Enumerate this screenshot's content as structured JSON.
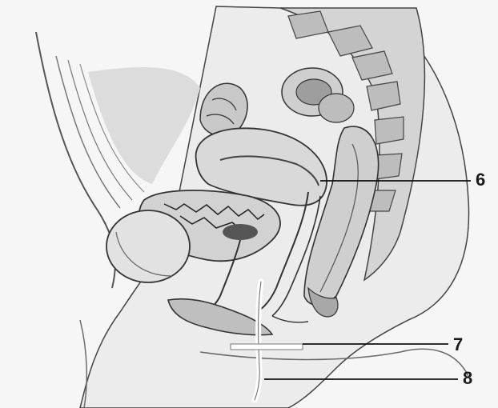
{
  "labels": {
    "six": "6",
    "seven": "7",
    "eight": "8"
  },
  "colors": {
    "background": "#f7f7f7",
    "tissue_light": "#e6e6e6",
    "tissue_mid": "#c9c9c9",
    "tissue_dark": "#8a8a8a",
    "outline": "#3c3c3c",
    "leader_line": "#111111"
  }
}
